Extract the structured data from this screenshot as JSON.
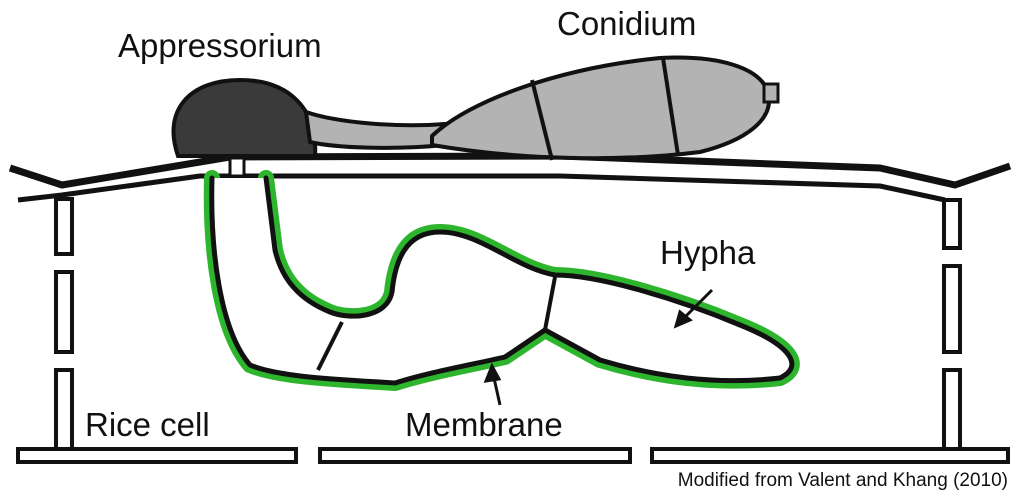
{
  "labels": {
    "appressorium": "Appressorium",
    "conidium": "Conidium",
    "hypha": "Hypha",
    "membrane": "Membrane",
    "rice_cell": "Rice cell",
    "credit": "Modified from Valent and Khang (2010)"
  },
  "colors": {
    "outline": "#111111",
    "appressorium_fill": "#3a3a3a",
    "conidium_fill": "#b3b3b3",
    "membrane": "#2db52d",
    "membrane_label": "#23a023",
    "background": "#ffffff"
  }
}
